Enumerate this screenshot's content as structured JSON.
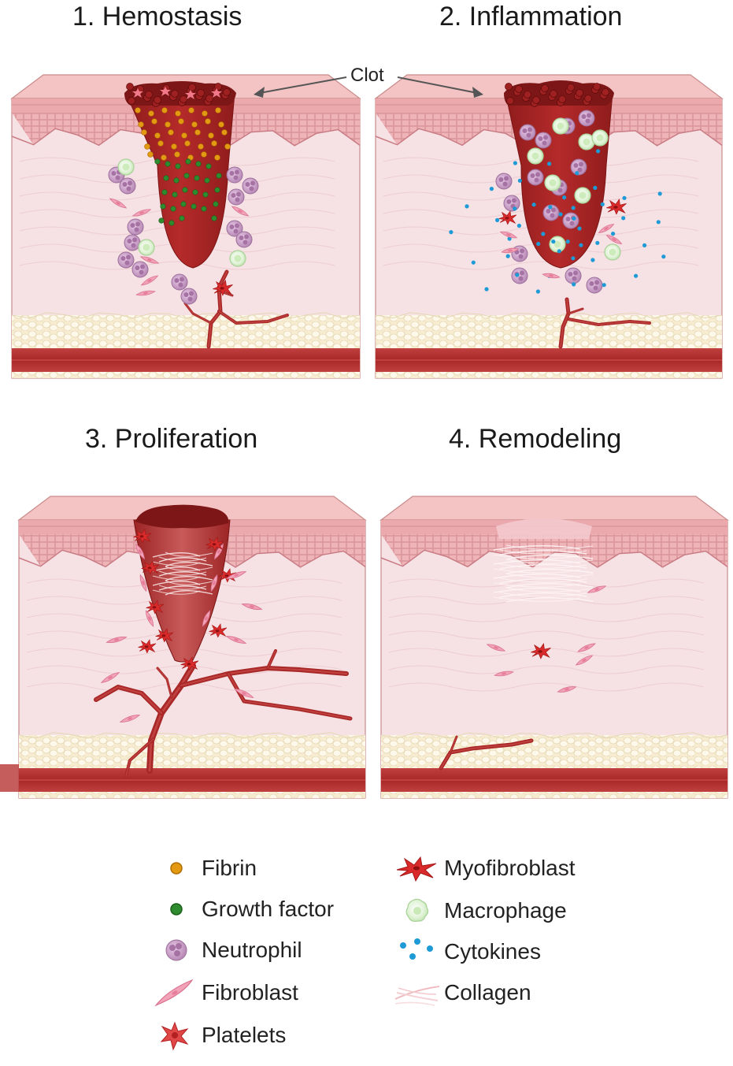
{
  "panels": [
    {
      "id": "hemostasis",
      "title": "1.  Hemostasis"
    },
    {
      "id": "inflammation",
      "title": "2. Inflammation"
    },
    {
      "id": "proliferation",
      "title": "3. Proliferation"
    },
    {
      "id": "remodeling",
      "title": "4. Remodeling"
    }
  ],
  "annotation": {
    "clot_label": "Clot"
  },
  "legend": [
    {
      "label": "Fibrin",
      "icon": "fibrin-dot-icon",
      "color": "#e39a12"
    },
    {
      "label": "Growth factor",
      "icon": "growth-factor-dot-icon",
      "color": "#2e8b2e"
    },
    {
      "label": "Neutrophil",
      "icon": "neutrophil-cell-icon",
      "color": "#c99ac8"
    },
    {
      "label": "Fibroblast",
      "icon": "fibroblast-cell-icon",
      "color": "#f2a3b8"
    },
    {
      "label": "Platelets",
      "icon": "platelet-icon",
      "color": "#e04848"
    },
    {
      "label": "Myofibroblast",
      "icon": "myofibroblast-icon",
      "color": "#d92b2b"
    },
    {
      "label": "Macrophage",
      "icon": "macrophage-icon",
      "color": "#d9f0cf"
    },
    {
      "label": "Cytokines",
      "icon": "cytokines-dots-icon",
      "color": "#1e9ad6"
    },
    {
      "label": "Collagen",
      "icon": "collagen-fibers-icon",
      "color": "#f3c9cd"
    }
  ],
  "colors": {
    "skin_surface": "#f2b5b5",
    "epidermis": "#e9a9ae",
    "dermis": "#f6e1e4",
    "clot": "#a82424",
    "vessel": "#b83434",
    "fat": "#faf3df"
  }
}
